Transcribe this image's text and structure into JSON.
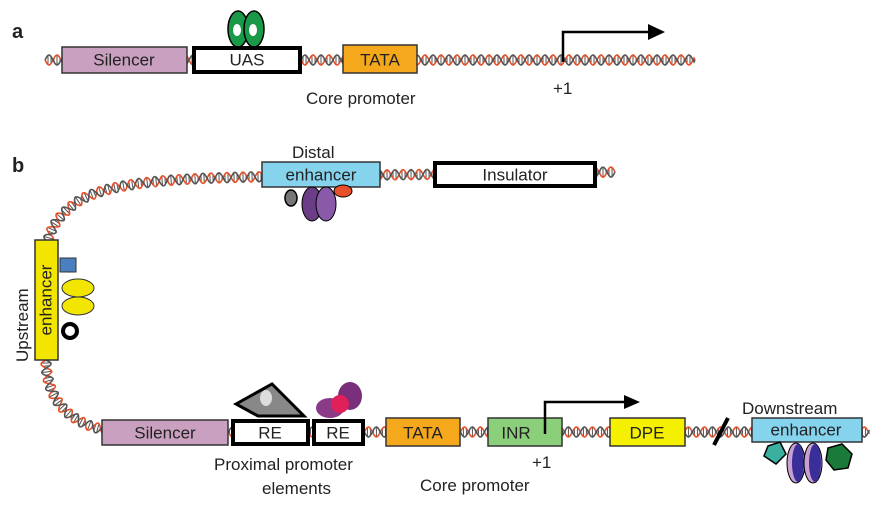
{
  "panel_a": {
    "label": "a",
    "silencer": "Silencer",
    "uas": "UAS",
    "tata": "TATA",
    "tss": "+1",
    "core_promoter": "Core promoter"
  },
  "panel_b": {
    "label": "b",
    "distal": "Distal",
    "distal_enhancer": "enhancer",
    "insulator": "Insulator",
    "upstream": "Upstream",
    "upstream_enhancer": "enhancer",
    "silencer": "Silencer",
    "re1": "RE",
    "re2": "RE",
    "tata": "TATA",
    "inr": "INR",
    "dpe": "DPE",
    "downstream": "Downstream",
    "downstream_enhancer": "enhancer",
    "proximal_line1": "Proximal promoter",
    "proximal_line2": "elements",
    "tss": "+1",
    "core_promoter": "Core promoter"
  },
  "colors": {
    "silencer": "#c9a0c0",
    "tata": "#f5a81c",
    "inr": "#8ccf7a",
    "dpe": "#f5f000",
    "enhancer": "#86d3ee",
    "upstream_enhancer": "#f2e600",
    "dna_strand": "#e8502a",
    "dna_rungs": "#555555"
  }
}
